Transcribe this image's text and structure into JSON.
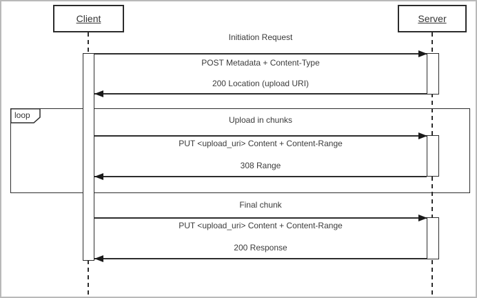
{
  "diagram": {
    "kind": "uml-sequence-diagram",
    "actors": [
      {
        "name": "Client"
      },
      {
        "name": "Server"
      }
    ],
    "loop_fragment": {
      "label": "loop",
      "contains_section": "Upload in chunks"
    },
    "sections": [
      {
        "title": "Initiation Request",
        "request": "POST Metadata + Content-Type",
        "response": "200 Location (upload URI)",
        "request_direction": "client-to-server",
        "response_direction": "server-to-client"
      },
      {
        "title": "Upload in chunks",
        "request": "PUT <upload_uri> Content + Content-Range",
        "response": "308 Range",
        "request_direction": "client-to-server",
        "response_direction": "server-to-client",
        "in_loop": true
      },
      {
        "title": "Final chunk",
        "request": "PUT <upload_uri> Content + Content-Range",
        "response": "200 Response",
        "request_direction": "client-to-server",
        "response_direction": "server-to-client"
      }
    ],
    "colors": {
      "line": "#2b2b2b",
      "text": "#3a3a3a",
      "background": "#ffffff",
      "frame_border": "#b9b9b9"
    }
  }
}
